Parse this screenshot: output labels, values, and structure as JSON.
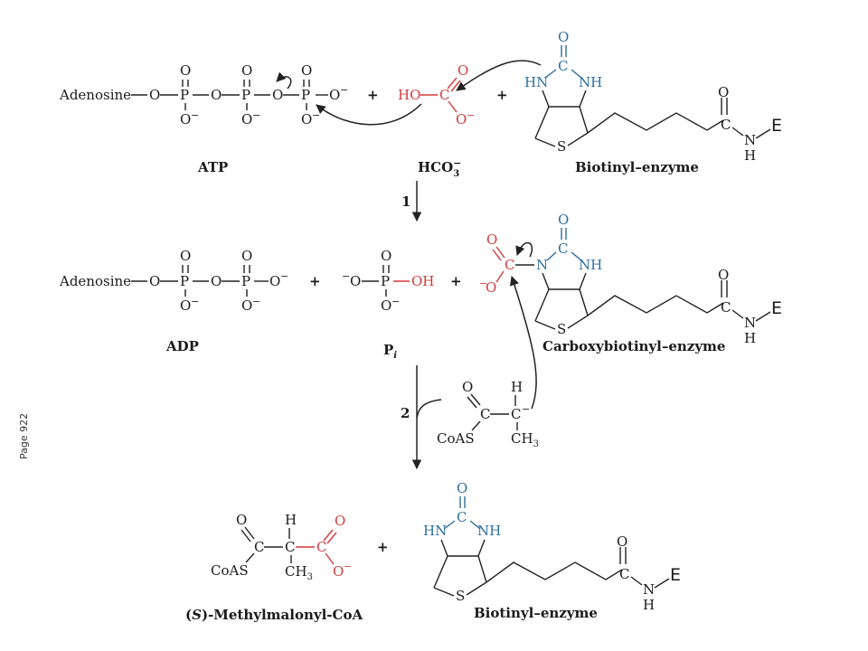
{
  "page_label": "Page 922",
  "step1": {
    "adenosine": "Adenosine",
    "plus": "+",
    "hydroxyl": "HO",
    "labels": {
      "atp": "ATP",
      "bicarbonate": "HCO",
      "bicarbonate_sub": "3",
      "bicarbonate_sup": "−",
      "biotinyl": "Biotinyl–enzyme"
    }
  },
  "step_numbers": {
    "one": "1",
    "two": "2"
  },
  "step2": {
    "adenosine": "Adenosine",
    "pi_oh": "OH",
    "labels": {
      "adp": "ADP",
      "pi": "P",
      "pi_sub": "i",
      "carboxybiotinyl": "Carboxybiotinyl–enzyme"
    }
  },
  "substrate": {
    "coas": "CoAS",
    "h": "H",
    "ch3": "CH",
    "ch3_sub": "3"
  },
  "product": {
    "coas": "CoAS",
    "h": "H",
    "ch3": "CH",
    "ch3_sub": "3",
    "label_prefix": "(",
    "label_s": "S",
    "label_rest": ")-Methylmalonyl-CoA",
    "biotinyl": "Biotinyl–enzyme"
  },
  "atoms": {
    "O": "O",
    "P": "P",
    "C": "C",
    "N": "N",
    "H": "H",
    "S": "S",
    "E": "E",
    "HN": "HN",
    "NH": "NH",
    "minus": "−"
  },
  "colors": {
    "carboxyl": "#d23a3a",
    "biotin": "#2d6e9e",
    "ink": "#1a1a1a"
  }
}
